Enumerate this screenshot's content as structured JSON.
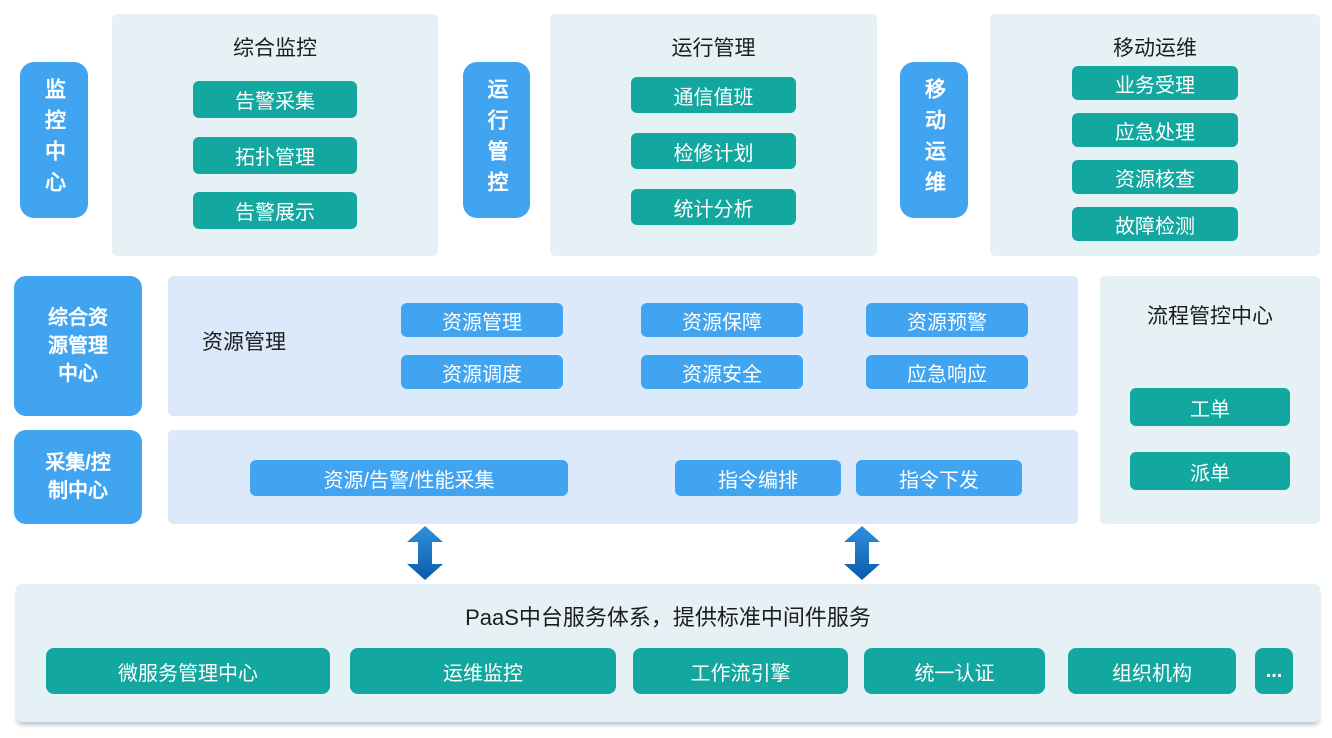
{
  "colors": {
    "accent_blue": "#41a4f0",
    "accent_teal": "#12a79f",
    "panel_cyan": "#e6f1f6",
    "panel_blue": "#dbe9fa",
    "arrow_blue_dark": "#0a5bab",
    "arrow_blue_light": "#2f8fdc",
    "title_text": "#1c1c1c",
    "chip_text": "#ffffff"
  },
  "top_row": {
    "pills": [
      {
        "label": "监控中心"
      },
      {
        "label": "运行管控"
      },
      {
        "label": "移动运维"
      }
    ],
    "panels": [
      {
        "title": "综合监控",
        "buttons": [
          "告警采集",
          "拓扑管理",
          "告警展示"
        ]
      },
      {
        "title": "运行管理",
        "buttons": [
          "通信值班",
          "检修计划",
          "统计分析"
        ]
      },
      {
        "title": "移动运维",
        "buttons": [
          "业务受理",
          "应急处理",
          "资源核查",
          "故障检测"
        ]
      }
    ]
  },
  "resource_row": {
    "side_box": {
      "lines": [
        "综合资",
        "源管理",
        "中心"
      ]
    },
    "panel": {
      "label": "资源管理",
      "buttons": [
        "资源管理",
        "资源保障",
        "资源预警",
        "资源调度",
        "资源安全",
        "应急响应"
      ]
    }
  },
  "collect_row": {
    "side_box": {
      "lines": [
        "采集/控",
        "制中心"
      ]
    },
    "panel": {
      "buttons": [
        "资源/告警/性能采集",
        "指令编排",
        "指令下发"
      ]
    }
  },
  "process_panel": {
    "title": "流程管控中心",
    "buttons": [
      "工单",
      "派单"
    ]
  },
  "paas_panel": {
    "title": "PaaS中台服务体系，提供标准中间件服务",
    "buttons": [
      "微服务管理中心",
      "运维监控",
      "工作流引擎",
      "统一认证",
      "组织机构",
      "..."
    ]
  },
  "icons": {
    "connector": "double-vertical-arrow-icon"
  }
}
